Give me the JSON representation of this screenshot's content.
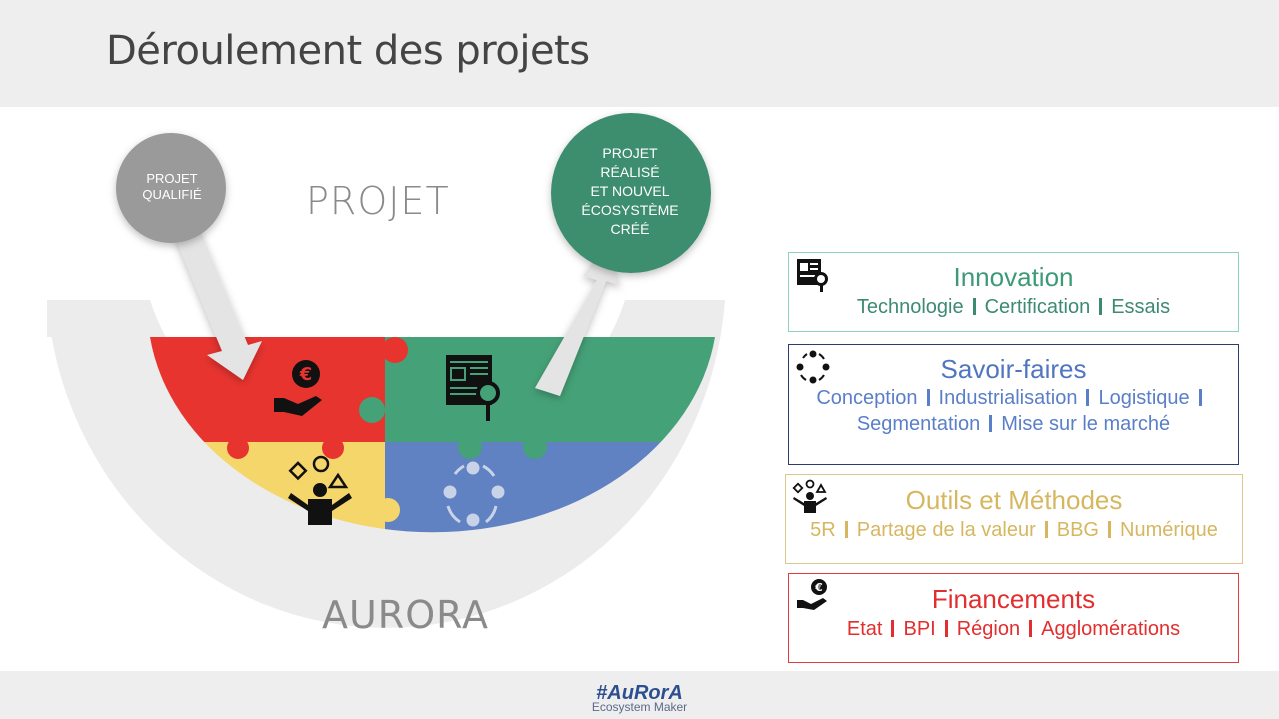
{
  "page": {
    "title": "Déroulement des projets"
  },
  "diagram": {
    "projet_label": "PROJET",
    "aurora_label": "AURORA",
    "qualified_circle": [
      "PROJET",
      "QUALIFIÉ"
    ],
    "realized_circle": [
      "PROJET",
      "RÉALISÉ",
      "ET NOUVEL",
      "ÉCOSYSTÈME",
      "CRÉÉ"
    ],
    "puzzle_pieces": [
      {
        "name": "financements",
        "color": "#e8342f",
        "icon": "euro-hand-icon"
      },
      {
        "name": "innovation",
        "color": "#45a178",
        "icon": "document-search-icon"
      },
      {
        "name": "outils-methodes",
        "color": "#f5d66b",
        "icon": "juggling-person-icon"
      },
      {
        "name": "savoir-faires",
        "color": "#6081c2",
        "icon": "people-cycle-icon"
      }
    ]
  },
  "boxes": {
    "innovation": {
      "title": "Innovation",
      "items": [
        "Technologie",
        "Certification",
        "Essais"
      ],
      "icon": "document-search-icon",
      "color": "#3d9a78"
    },
    "savoir": {
      "title": "Savoir-faires",
      "line1": [
        "Conception",
        "Industrialisation",
        "Logistique"
      ],
      "line2": [
        "Segmentation",
        "Mise sur le marché"
      ],
      "icon": "people-cycle-icon",
      "color": "#5076c0"
    },
    "outils": {
      "title": "Outils et Méthodes",
      "items": [
        "5R",
        "Partage de la valeur",
        "BBG",
        "Numérique"
      ],
      "icon": "juggling-person-icon",
      "color": "#d6b760"
    },
    "financements": {
      "title": "Financements",
      "items": [
        "Etat",
        "BPI",
        "Région",
        "Agglomérations"
      ],
      "icon": "euro-hand-icon",
      "color": "#e22e2e"
    }
  },
  "footer": {
    "tag": "#AuRorA",
    "subtitle": "Ecosystem Maker"
  }
}
